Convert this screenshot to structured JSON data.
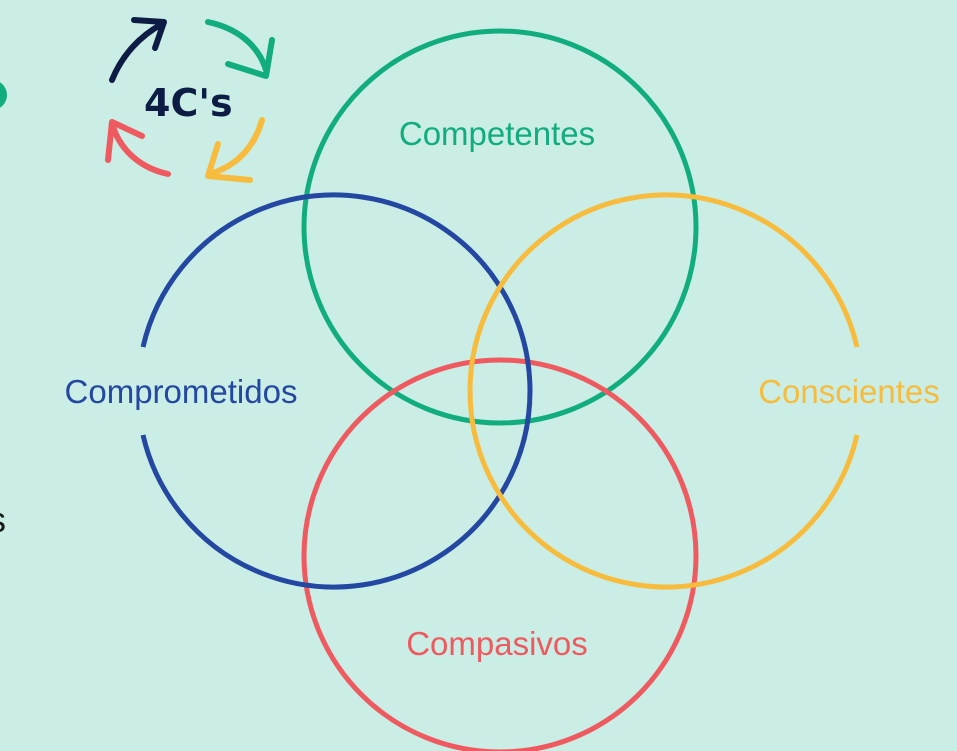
{
  "colors": {
    "background": "#caeee5",
    "green": "#12ad7f",
    "blue": "#2447a1",
    "yellow": "#f7bc3d",
    "red": "#ee5a5f",
    "navy": "#0c1c44"
  },
  "logo": {
    "text": "4C's",
    "icons": [
      "arrow-navy-icon",
      "arrow-green-icon",
      "arrow-yellow-icon",
      "arrow-red-icon"
    ]
  },
  "diagram": {
    "labels": {
      "top": "Competentes",
      "left": "Comprometidos",
      "right": "Conscientes",
      "bottom": "Compasivos"
    }
  },
  "edge": {
    "left_fragment": "s"
  }
}
